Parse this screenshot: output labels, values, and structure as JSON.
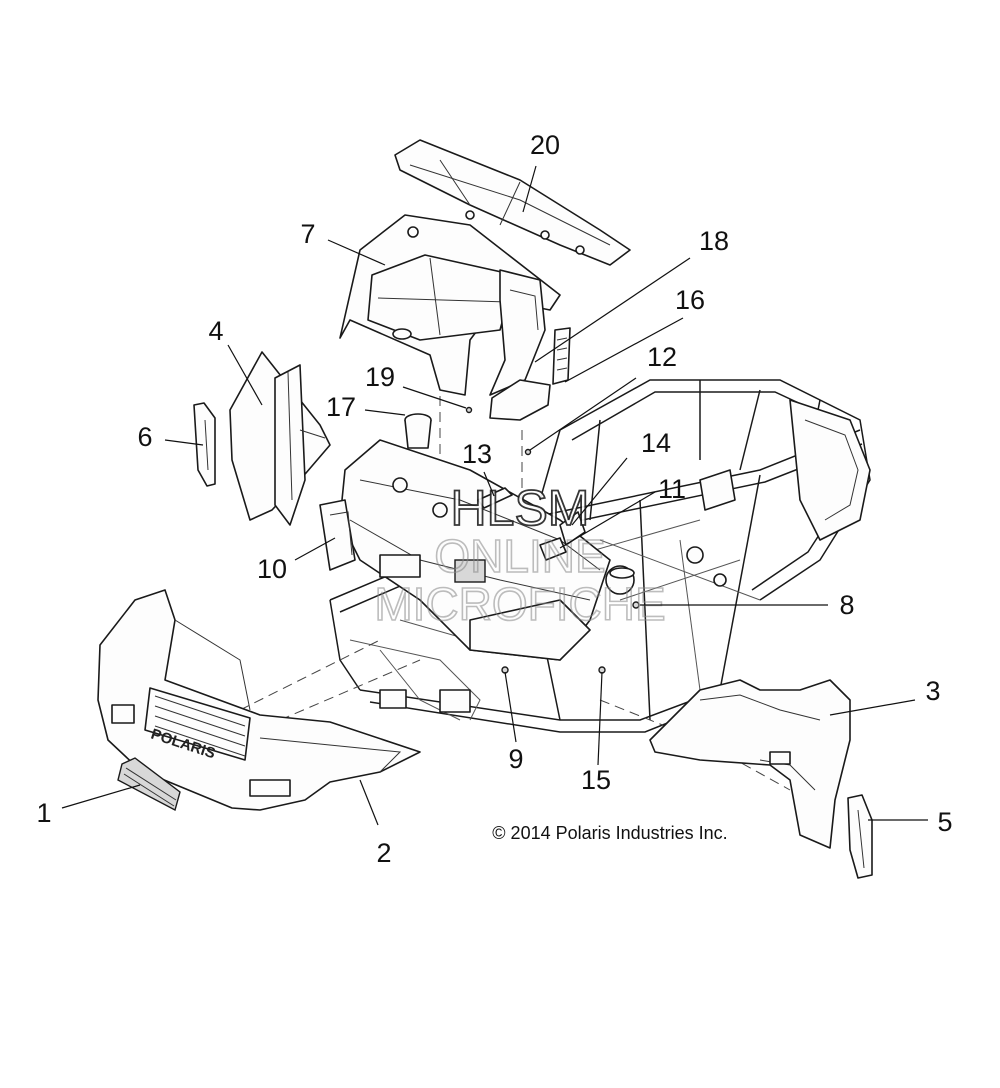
{
  "copyright": "© 2014 Polaris Industries Inc.",
  "watermark": {
    "line1": "HLSM",
    "line2": "ONLINE",
    "line3": "MICROFICHE"
  },
  "grille_badge": "POLARIS",
  "callouts": [
    "1",
    "2",
    "3",
    "4",
    "5",
    "6",
    "7",
    "8",
    "9",
    "10",
    "11",
    "12",
    "13",
    "14",
    "15",
    "16",
    "17",
    "18",
    "19",
    "20"
  ],
  "colors": {
    "ink": "#111111",
    "paper": "#ffffff"
  }
}
